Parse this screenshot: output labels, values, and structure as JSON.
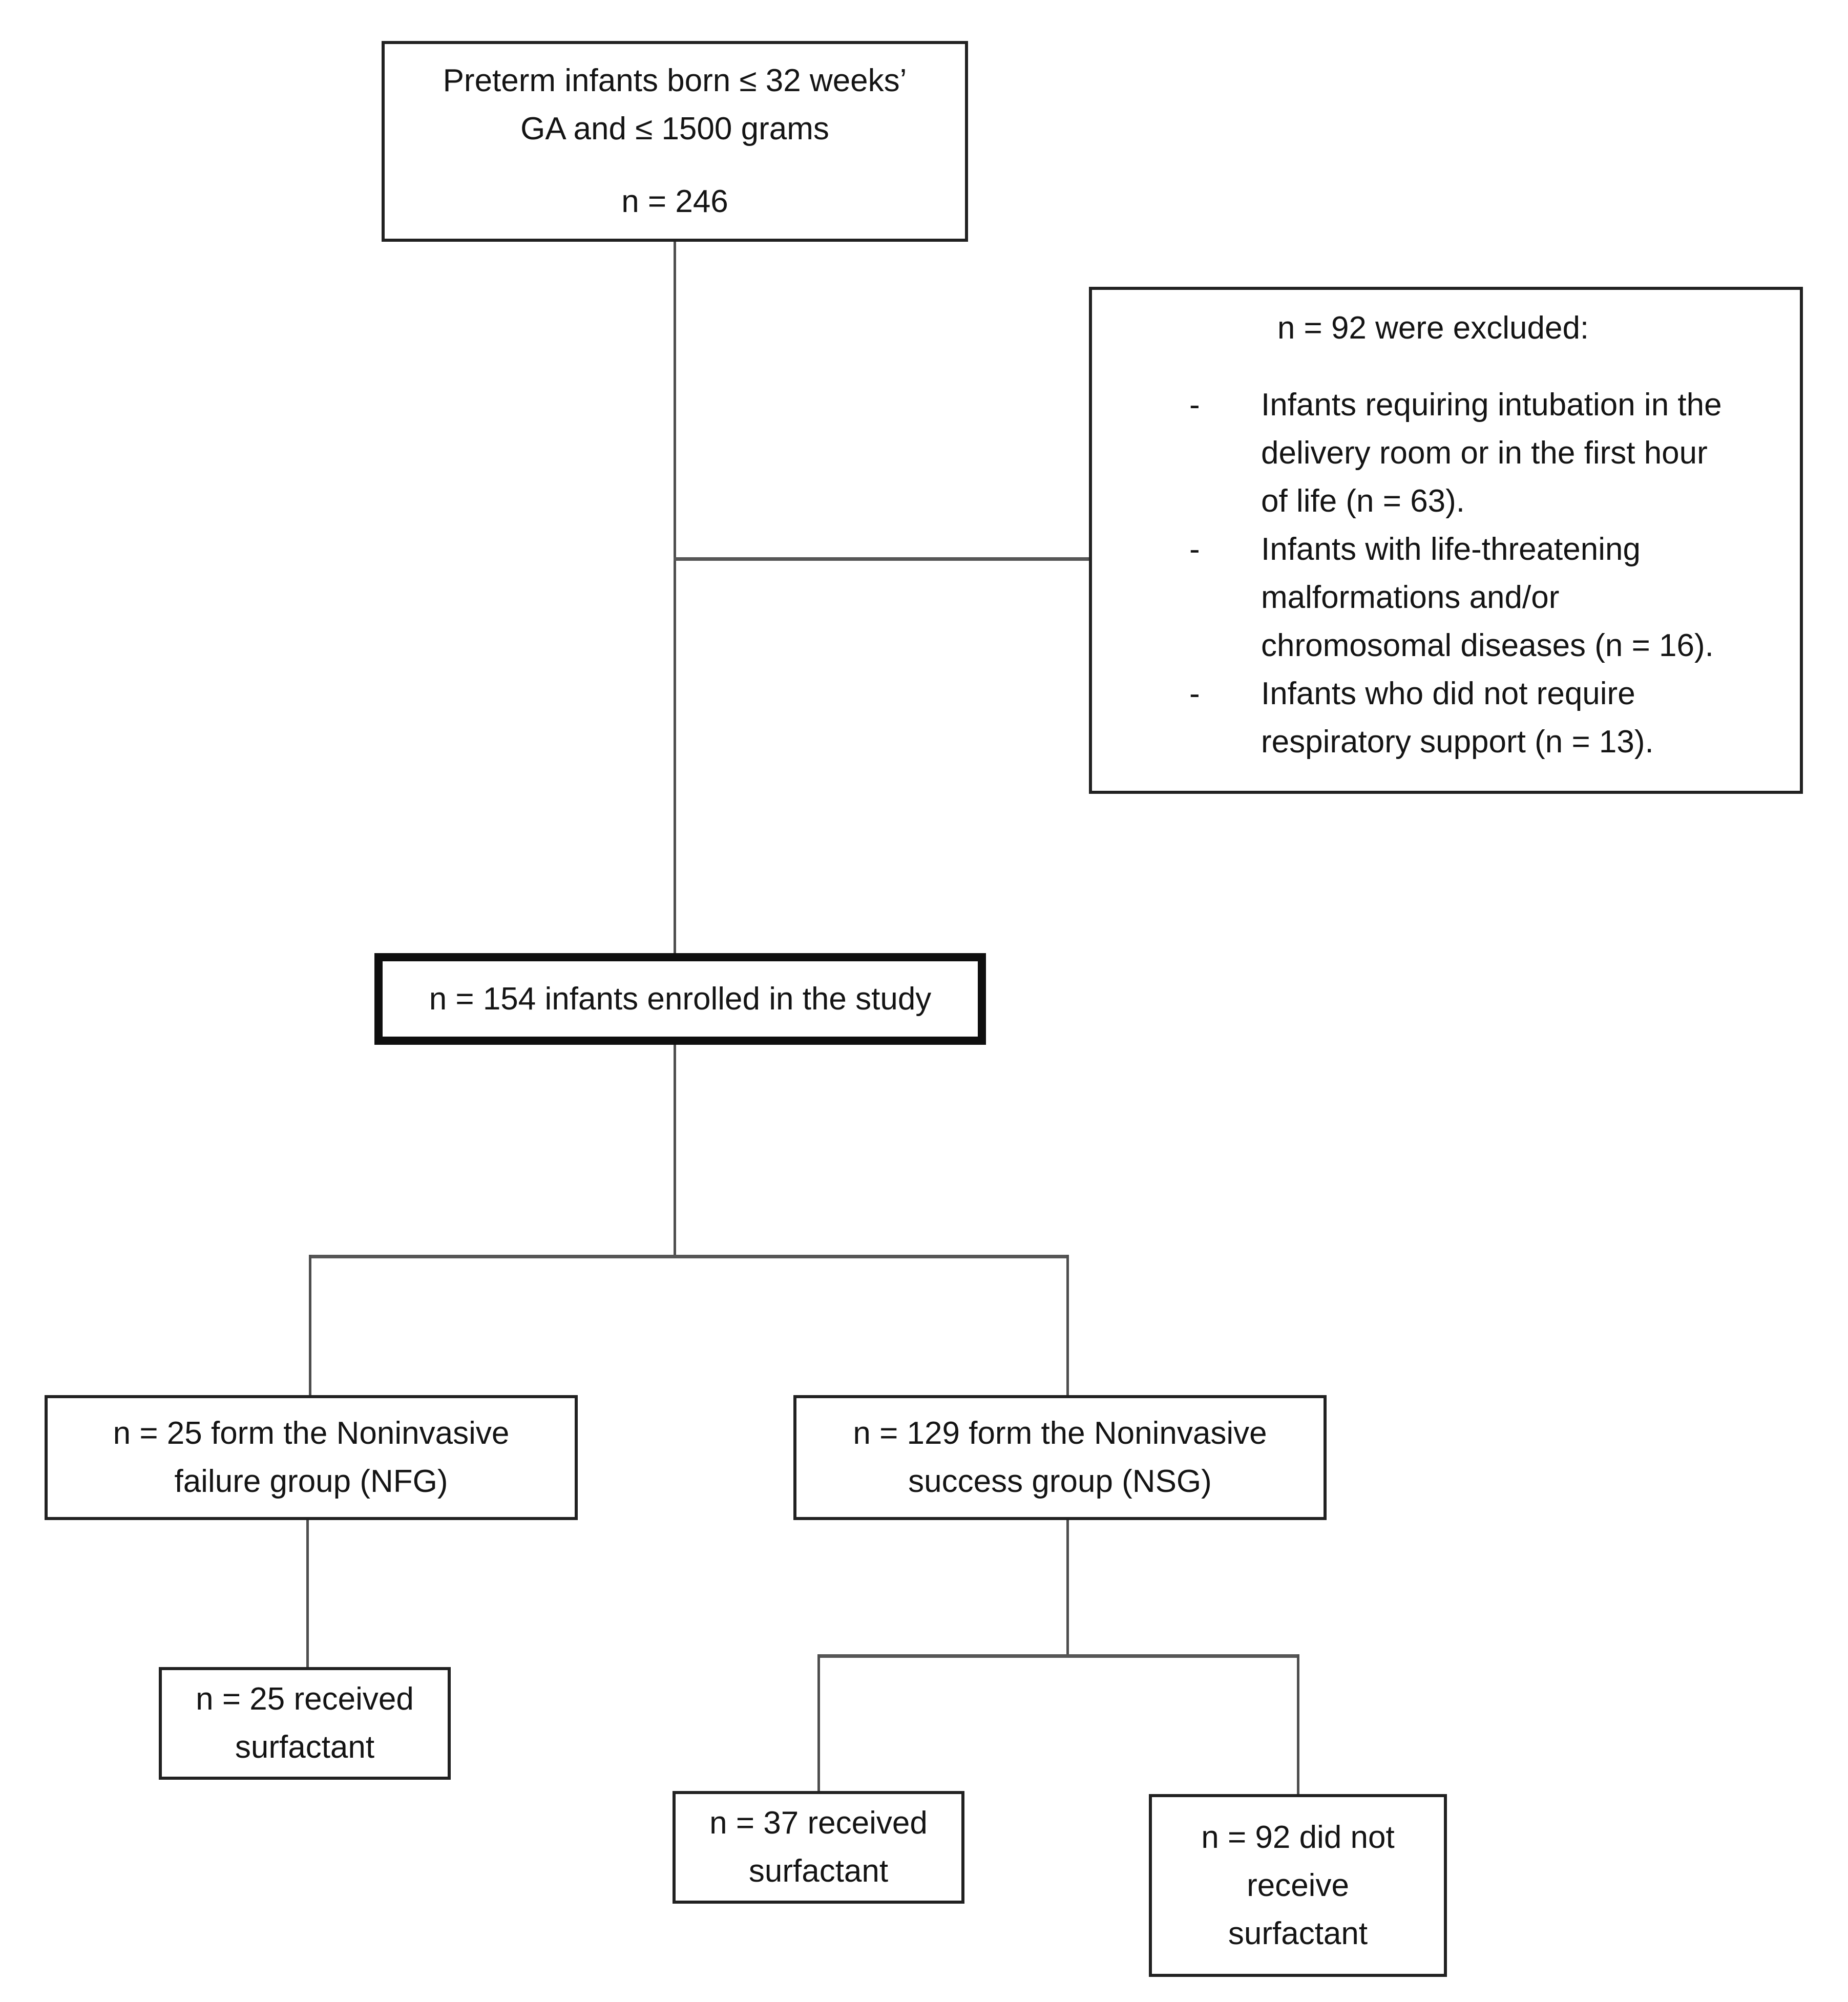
{
  "flowchart": {
    "eligible": {
      "line1": "Preterm infants born ≤ 32 weeks’",
      "line2": "GA and ≤ 1500 grams",
      "count": "n = 246"
    },
    "excluded": {
      "title": "n = 92 were excluded:",
      "marker": "-",
      "bullets": [
        {
          "line1": "Infants requiring intubation in the",
          "line2": "delivery room or in the first hour",
          "line3": "of life (n = 63)."
        },
        {
          "line1": "Infants with life-threatening",
          "line2": "malformations and/or",
          "line3": "chromosomal diseases (n = 16)."
        },
        {
          "line1": "Infants who did not require",
          "line2": "respiratory support (n = 13)."
        }
      ]
    },
    "enrolled": {
      "text": "n = 154 infants enrolled in the study"
    },
    "nfg": {
      "line1": "n = 25 form the Noninvasive",
      "line2": "failure group (NFG)"
    },
    "nsg": {
      "line1": "n = 129 form the Noninvasive",
      "line2": "success group (NSG)"
    },
    "nfg_surfactant": {
      "line1": "n = 25 received",
      "line2": "surfactant"
    },
    "nsg_surfactant": {
      "line1": "n = 37 received",
      "line2": "surfactant"
    },
    "nsg_no_surfactant": {
      "line1": "n = 92 did not",
      "line2": "receive",
      "line3": "surfactant"
    },
    "colors": {
      "box_border": "#212121",
      "thick_box_border": "#0f0f0f",
      "connector": "#4e4e4e",
      "text": "#141414",
      "background": "#ffffff"
    }
  }
}
